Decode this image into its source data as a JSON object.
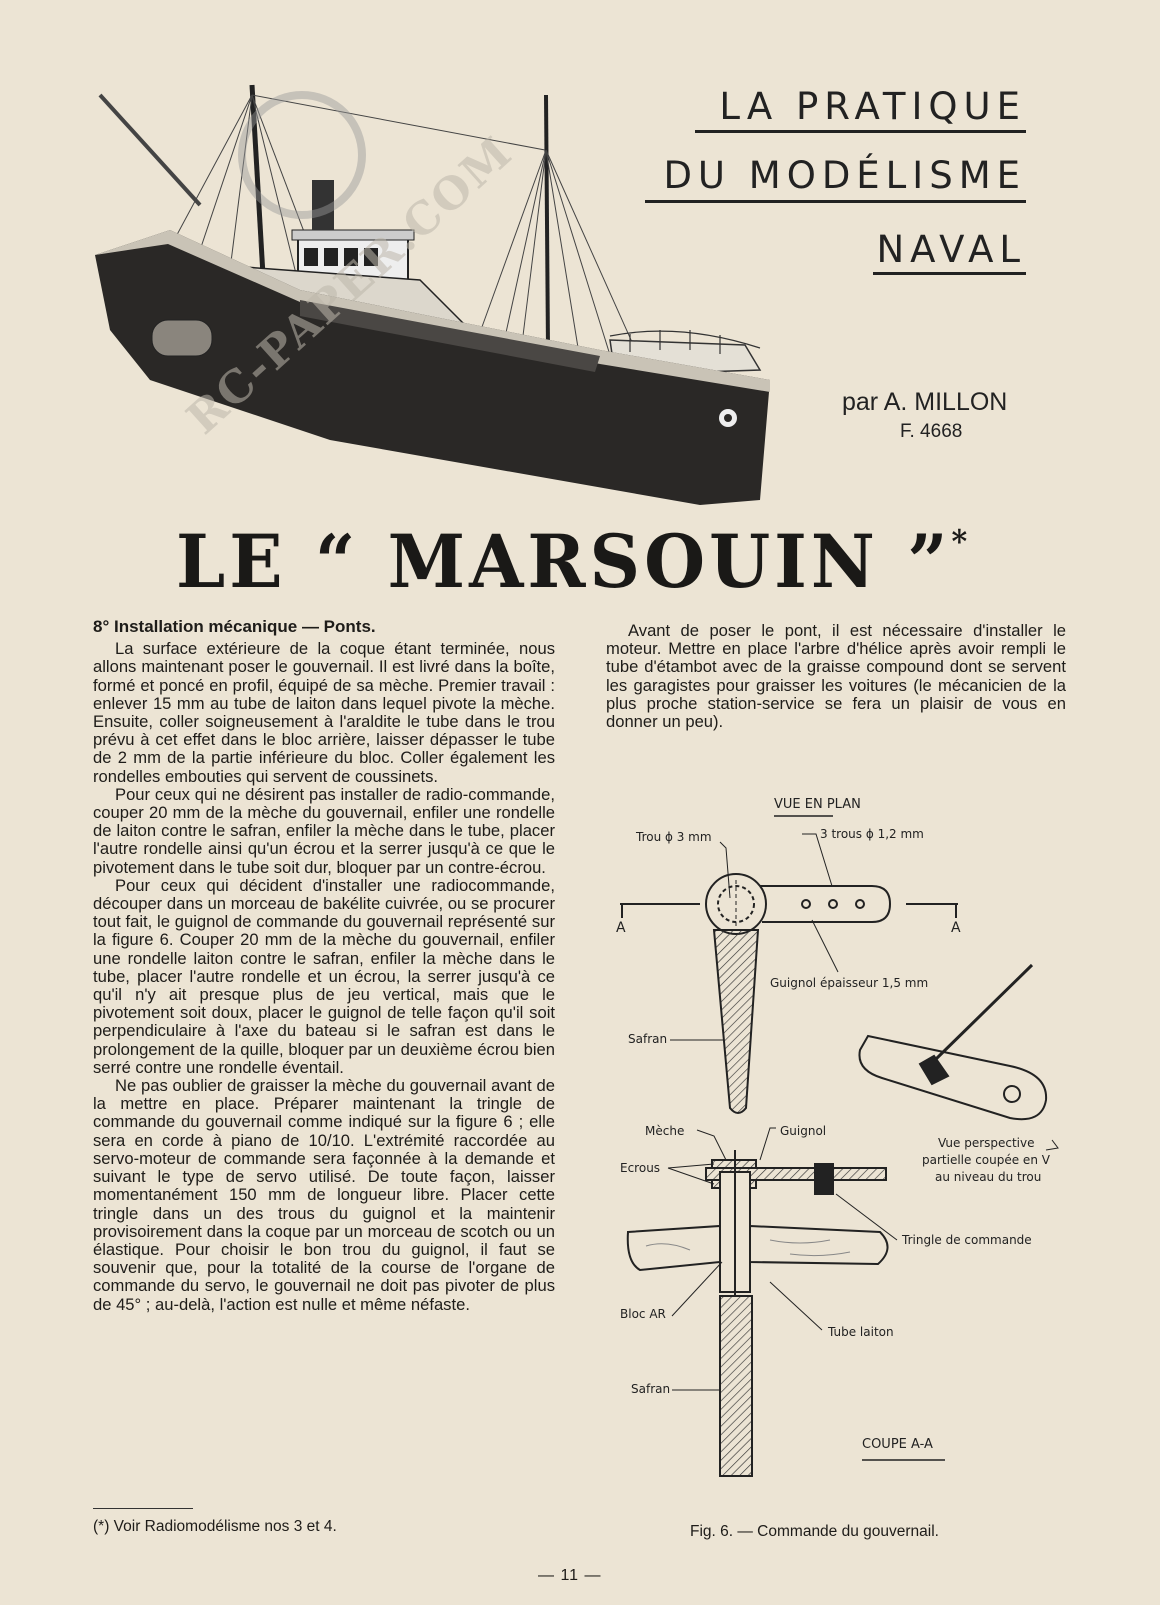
{
  "header": {
    "series_line1": "LA PRATIQUE",
    "series_line2": "DU MODÉLISME",
    "series_line3": "NAVAL",
    "author_line": "par A. MILLON",
    "author_code": "F. 4668",
    "watermark_text": "RC-PAPER.COM"
  },
  "article": {
    "title": "LE “ MARSOUIN ”",
    "title_mark": "*",
    "section_heading": "8° Installation mécanique — Ponts.",
    "paragraphs": [
      "La surface extérieure de la coque étant terminée, nous allons maintenant poser le gouvernail. Il est livré dans la boîte, formé et poncé en profil, équipé de sa mèche. Premier travail : enlever 15 mm au tube de laiton dans lequel pivote la mèche. Ensuite, coller soigneusement à l'araldite le tube dans le trou prévu à cet effet dans le bloc arrière, laisser dépasser le tube de 2 mm de la partie inférieure du bloc. Coller également les rondelles embouties qui servent de coussinets.",
      "Pour ceux qui ne désirent pas installer de radio-commande, couper 20 mm de la mèche du gouvernail, enfiler une rondelle de laiton contre le safran, enfiler la mèche dans le tube, placer l'autre rondelle ainsi qu'un écrou et la serrer jusqu'à ce que le pivotement dans le tube soit dur, bloquer par un contre-écrou.",
      "Pour ceux qui décident d'installer une radiocommande, découper dans un morceau de bakélite cuivrée, ou se procurer tout fait, le guignol de commande du gouvernail représenté sur la figure 6. Couper 20 mm de la mèche du gouvernail, enfiler une rondelle laiton contre le safran, enfiler la mèche dans le tube, placer l'autre rondelle et un écrou, la serrer jusqu'à ce qu'il n'y ait presque plus de jeu vertical, mais que le pivotement soit doux, placer le guignol de telle façon qu'il soit perpendiculaire à l'axe du bateau si le safran est dans le prolongement de la quille, bloquer par un deuxième écrou bien serré contre une rondelle éventail.",
      "Ne pas oublier de graisser la mèche du gouvernail avant de la mettre en place. Préparer maintenant la tringle de commande du gouvernail comme indiqué sur la figure 6 ; elle sera en corde à piano de 10/10. L'extrémité raccordée au servo-moteur de commande sera façonnée à la demande et suivant le type de servo utilisé. De toute façon, laisser momentanément 150 mm de longueur libre. Placer cette tringle dans un des trous du guignol et la maintenir provisoirement dans la coque par un morceau de scotch ou un élastique. Pour choisir le bon trou du guignol, il faut se souvenir que, pour la totalité de la course de l'organe de commande du servo, le gouvernail ne doit pas pivoter de plus de 45° ; au-delà, l'action est nulle et même néfaste."
    ],
    "right_paragraph": "Avant de poser le pont, il est nécessaire d'installer le moteur. Mettre en place l'arbre d'hélice après avoir rempli le tube d'étambot avec de la graisse compound dont se servent les garagistes pour graisser les voitures (le mécanicien de la plus proche station-service se fera un plaisir de vous en donner un peu).",
    "footnote": "(*) Voir Radiomodélisme nos 3 et 4.",
    "page_number": "— 11 —"
  },
  "figure": {
    "caption": "Fig. 6. — Commande du gouvernail.",
    "view_plan": "VUE EN PLAN",
    "trou": "Trou ϕ 3 mm",
    "trous": "3 trous ϕ 1,2 mm",
    "section_mark": "A",
    "guignol_epaisseur": "Guignol épaisseur 1,5 mm",
    "safran": "Safran",
    "meche": "Mèche",
    "guignol": "Guignol",
    "ecrous": "Ecrous",
    "perspective_1": "Vue perspective",
    "perspective_2": "partielle coupée en V",
    "perspective_3": "au niveau du trou",
    "tringle": "Tringle de commande",
    "bloc": "Bloc AR",
    "tube": "Tube laiton",
    "coupe": "COUPE A-A"
  },
  "colors": {
    "paper": "#ece4d4",
    "ink": "#1e1c19",
    "hull": "#2a2826"
  }
}
